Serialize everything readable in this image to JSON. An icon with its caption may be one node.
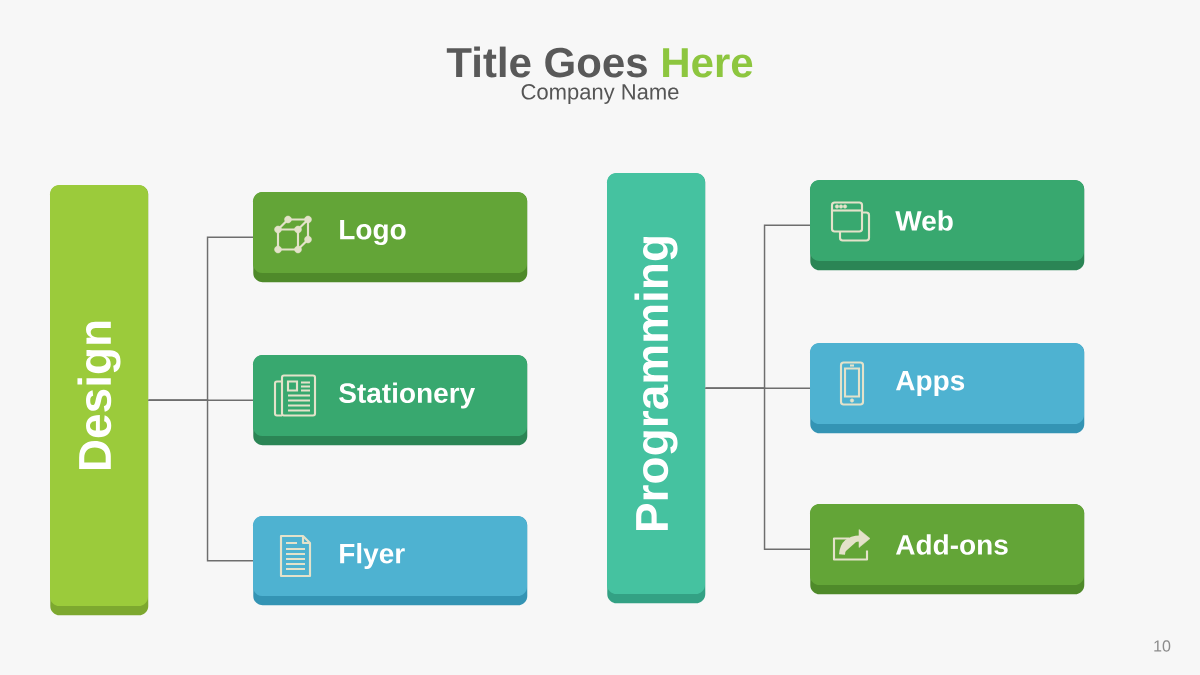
{
  "diagram": {
    "title": "Title Goes Here",
    "nodes": [
      {
        "text": [
          "Design"
        ]
      },
      {
        "text": [
          "Logo"
        ]
      },
      {
        "text": [
          "Stationery"
        ]
      },
      {
        "text": [
          "Flyer"
        ]
      },
      {
        "text": [
          "Programming"
        ]
      },
      {
        "text": [
          "Web"
        ]
      },
      {
        "text": [
          "Apps"
        ]
      },
      {
        "text": [
          "Add-ons"
        ]
      }
    ],
    "edges": [
      {
        "from": 0,
        "to": 1,
        "arrow": "none"
      },
      {
        "from": 0,
        "to": 2,
        "arrow": "none"
      },
      {
        "from": 0,
        "to": 3,
        "arrow": "none"
      },
      {
        "from": 4,
        "to": 5,
        "arrow": "none"
      },
      {
        "from": 4,
        "to": 6,
        "arrow": "none"
      },
      {
        "from": 4,
        "to": 7,
        "arrow": "none"
      }
    ],
    "labels": [
      "Company Name",
      "10"
    ]
  }
}
